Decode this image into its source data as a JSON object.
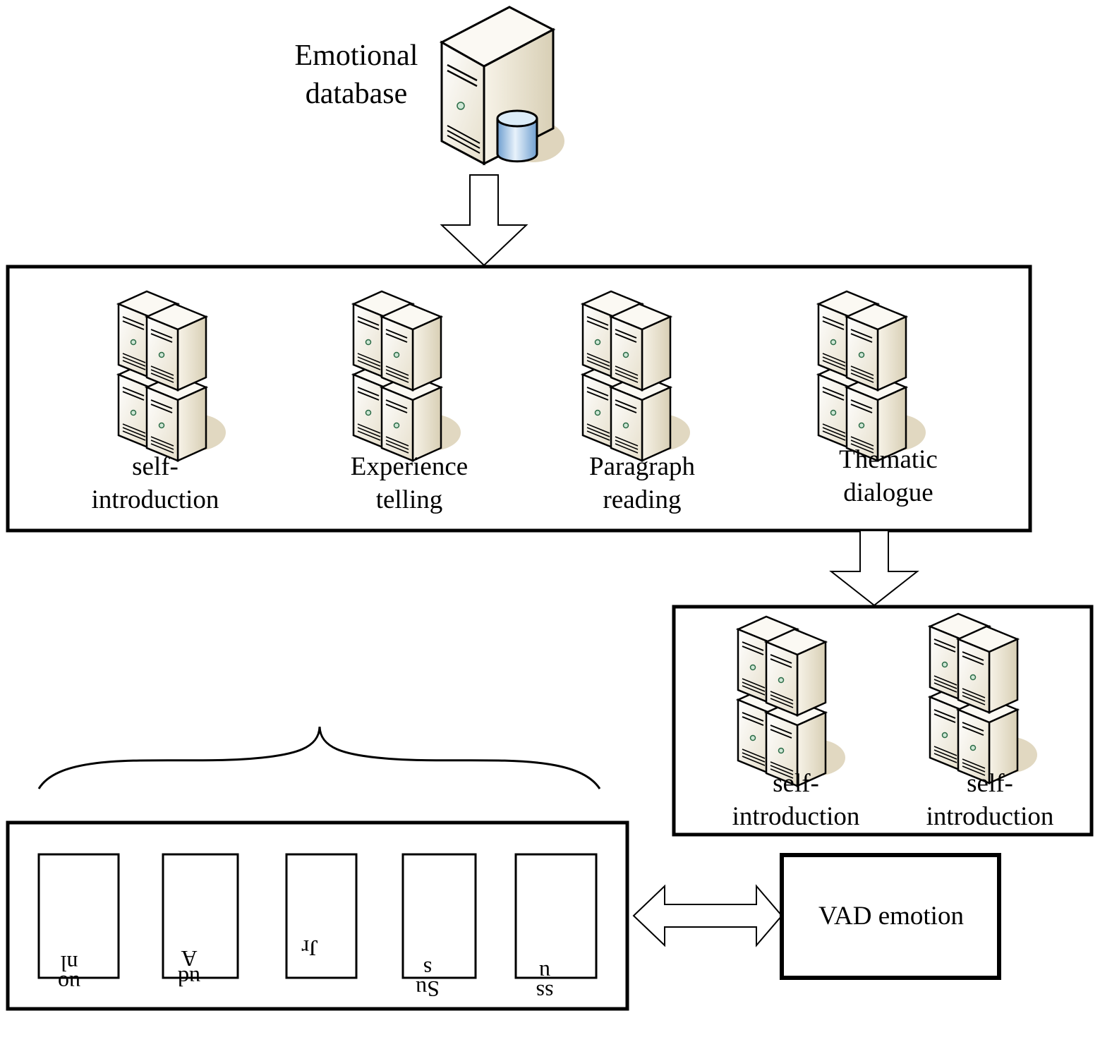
{
  "database": {
    "label_line1": "Emotional",
    "label_line2": "database"
  },
  "task_group": {
    "items": [
      {
        "line1": "self-",
        "line2": "introduction"
      },
      {
        "line1": "Experience",
        "line2": "telling"
      },
      {
        "line1": "Paragraph",
        "line2": "reading"
      },
      {
        "line1": "Thematic",
        "line2": "dialogue"
      }
    ]
  },
  "selected_group": {
    "items": [
      {
        "line1": "self-",
        "line2": "introduction"
      },
      {
        "line1": "self-",
        "line2": "introduction"
      }
    ]
  },
  "vad_box": {
    "label": "VAD emotion"
  },
  "feature_group": {
    "items": [
      {
        "text": "uonl"
      },
      {
        "text": "udA"
      },
      {
        "text": "Jr"
      },
      {
        "text": "Sus"
      },
      {
        "text": "ssu"
      }
    ]
  },
  "colors": {
    "server_face": "#f3efe2",
    "server_shade": "#ddd4bd",
    "cylinder_blue": "#9fc4e6",
    "stroke": "#000000"
  },
  "icons": [
    "server-tower-icon",
    "database-cylinder-icon",
    "server-cluster-icon",
    "down-arrow-icon",
    "double-arrow-icon",
    "curly-brace-icon"
  ]
}
